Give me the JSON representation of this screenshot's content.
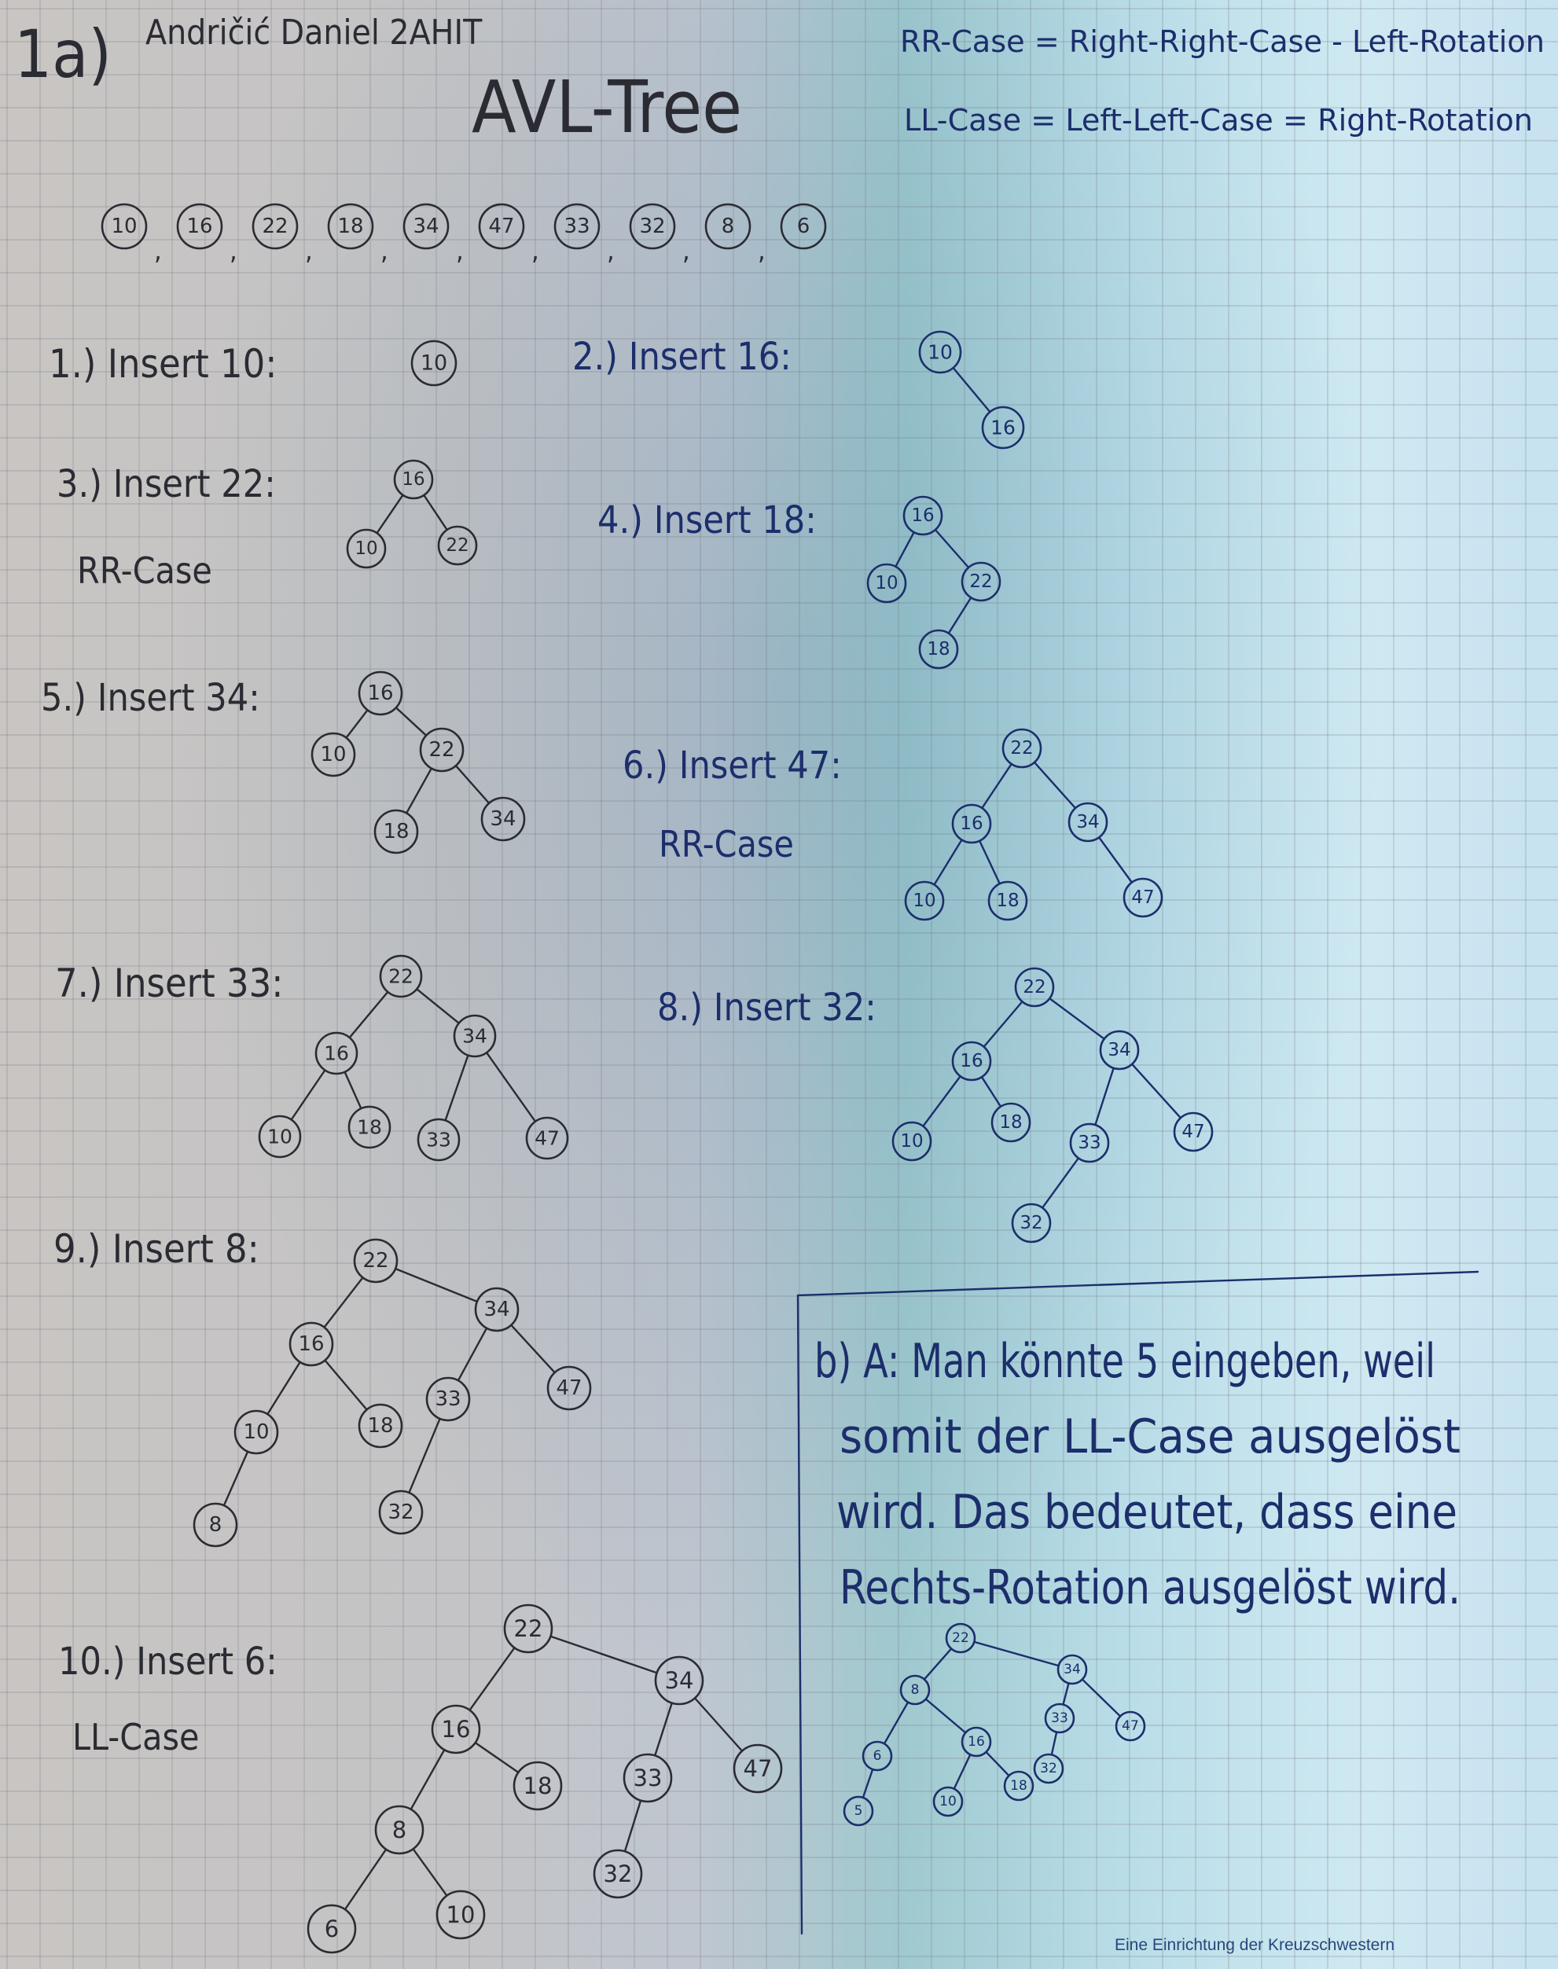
{
  "header": {
    "task": "1a)",
    "author": "Andričić Daniel 2AHIT",
    "title": "AVL-Tree",
    "rr_note": "RR-Case = Right-Right-Case - Left-Rotation",
    "ll_note": "LL-Case = Left-Left-Case = Right-Rotation"
  },
  "sequence": [
    "10",
    "16",
    "22",
    "18",
    "34",
    "47",
    "33",
    "32",
    "8",
    "6"
  ],
  "steps": [
    {
      "label": "1.) Insert 10:",
      "note": "",
      "ink": "dark",
      "nodes": [
        {
          "v": "10"
        }
      ],
      "edges": []
    },
    {
      "label": "2.) Insert 16:",
      "note": "",
      "ink": "blue",
      "nodes": [
        {
          "v": "10"
        },
        {
          "v": "16"
        }
      ],
      "edges": [
        [
          0,
          1
        ]
      ]
    },
    {
      "label": "3.) Insert 22:",
      "note": "RR-Case",
      "ink": "dark",
      "nodes": [
        {
          "v": "16"
        },
        {
          "v": "10"
        },
        {
          "v": "22"
        }
      ],
      "edges": [
        [
          0,
          1
        ],
        [
          0,
          2
        ]
      ]
    },
    {
      "label": "4.) Insert 18:",
      "note": "",
      "ink": "blue",
      "nodes": [
        {
          "v": "16"
        },
        {
          "v": "10"
        },
        {
          "v": "22"
        },
        {
          "v": "18"
        }
      ],
      "edges": [
        [
          0,
          1
        ],
        [
          0,
          2
        ],
        [
          2,
          3
        ]
      ]
    },
    {
      "label": "5.) Insert 34:",
      "note": "",
      "ink": "dark",
      "nodes": [
        {
          "v": "16"
        },
        {
          "v": "10"
        },
        {
          "v": "22"
        },
        {
          "v": "18"
        },
        {
          "v": "34"
        }
      ],
      "edges": [
        [
          0,
          1
        ],
        [
          0,
          2
        ],
        [
          2,
          3
        ],
        [
          2,
          4
        ]
      ]
    },
    {
      "label": "6.) Insert 47:",
      "note": "RR-Case",
      "ink": "blue",
      "nodes": [
        {
          "v": "22"
        },
        {
          "v": "16"
        },
        {
          "v": "34"
        },
        {
          "v": "10"
        },
        {
          "v": "18"
        },
        {
          "v": "47"
        }
      ],
      "edges": [
        [
          0,
          1
        ],
        [
          0,
          2
        ],
        [
          1,
          3
        ],
        [
          1,
          4
        ],
        [
          2,
          5
        ]
      ]
    },
    {
      "label": "7.) Insert 33:",
      "note": "",
      "ink": "dark",
      "nodes": [
        {
          "v": "22"
        },
        {
          "v": "16"
        },
        {
          "v": "34"
        },
        {
          "v": "10"
        },
        {
          "v": "18"
        },
        {
          "v": "33"
        },
        {
          "v": "47"
        }
      ],
      "edges": [
        [
          0,
          1
        ],
        [
          0,
          2
        ],
        [
          1,
          3
        ],
        [
          1,
          4
        ],
        [
          2,
          5
        ],
        [
          2,
          6
        ]
      ]
    },
    {
      "label": "8.) Insert 32:",
      "note": "",
      "ink": "blue",
      "nodes": [
        {
          "v": "22"
        },
        {
          "v": "16"
        },
        {
          "v": "34"
        },
        {
          "v": "10"
        },
        {
          "v": "18"
        },
        {
          "v": "33"
        },
        {
          "v": "47"
        },
        {
          "v": "32"
        }
      ],
      "edges": [
        [
          0,
          1
        ],
        [
          0,
          2
        ],
        [
          1,
          3
        ],
        [
          1,
          4
        ],
        [
          2,
          5
        ],
        [
          2,
          6
        ],
        [
          5,
          7
        ]
      ]
    },
    {
      "label": "9.) Insert 8:",
      "note": "",
      "ink": "dark",
      "nodes": [
        {
          "v": "22"
        },
        {
          "v": "16"
        },
        {
          "v": "34"
        },
        {
          "v": "10"
        },
        {
          "v": "18"
        },
        {
          "v": "33"
        },
        {
          "v": "47"
        },
        {
          "v": "8"
        },
        {
          "v": "32"
        }
      ],
      "edges": [
        [
          0,
          1
        ],
        [
          0,
          2
        ],
        [
          1,
          3
        ],
        [
          1,
          4
        ],
        [
          2,
          5
        ],
        [
          2,
          6
        ],
        [
          3,
          7
        ],
        [
          5,
          8
        ]
      ]
    },
    {
      "label": "10.) Insert 6:",
      "note": "LL-Case",
      "ink": "dark",
      "nodes": [
        {
          "v": "22"
        },
        {
          "v": "16"
        },
        {
          "v": "34"
        },
        {
          "v": "8"
        },
        {
          "v": "18"
        },
        {
          "v": "33"
        },
        {
          "v": "47"
        },
        {
          "v": "6"
        },
        {
          "v": "10"
        },
        {
          "v": "32"
        }
      ],
      "edges": [
        [
          0,
          1
        ],
        [
          0,
          2
        ],
        [
          1,
          3
        ],
        [
          1,
          4
        ],
        [
          2,
          5
        ],
        [
          2,
          6
        ],
        [
          3,
          7
        ],
        [
          3,
          8
        ],
        [
          5,
          9
        ]
      ]
    }
  ],
  "part_b": {
    "lines": [
      "b) A: Man könnte 5 eingeben, weil",
      "somit der LL-Case ausgelöst",
      "wird. Das bedeutet, dass eine",
      "Rechts-Rotation ausgelöst wird."
    ],
    "tree": {
      "nodes": [
        {
          "v": "22"
        },
        {
          "v": "8"
        },
        {
          "v": "34"
        },
        {
          "v": "6"
        },
        {
          "v": "16"
        },
        {
          "v": "33"
        },
        {
          "v": "47"
        },
        {
          "v": "5"
        },
        {
          "v": "10"
        },
        {
          "v": "18"
        },
        {
          "v": "32"
        }
      ],
      "edges": [
        [
          0,
          1
        ],
        [
          0,
          2
        ],
        [
          1,
          3
        ],
        [
          1,
          4
        ],
        [
          2,
          5
        ],
        [
          2,
          6
        ],
        [
          3,
          7
        ],
        [
          4,
          8
        ],
        [
          4,
          9
        ],
        [
          5,
          10
        ]
      ]
    }
  },
  "footer": "Eine Einrichtung der Kreuzschwestern",
  "colors": {
    "ink_dark": "#2b2b33",
    "ink_blue": "#1c2e6b"
  }
}
